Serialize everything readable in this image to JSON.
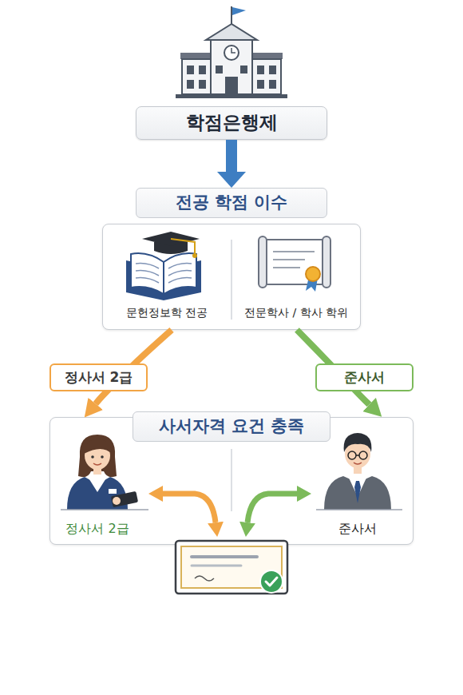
{
  "diagram": {
    "nodes": [
      {
        "text": [
          "학점은행제"
        ]
      },
      {
        "text": [
          "전공 학점 이수"
        ]
      },
      {
        "text": [
          "문헌정보학 전공"
        ],
        "in": 1
      },
      {
        "text": [
          "전문학사 / 학사 학위"
        ],
        "in": 1
      },
      {
        "text": [
          "사서자격 요건 충족"
        ]
      },
      {
        "text": [
          "정사서 2급"
        ],
        "in": 4
      },
      {
        "text": [
          "준사서"
        ],
        "in": 4
      }
    ],
    "edges": [
      {
        "from": 0,
        "to": 1,
        "arrow": "to"
      },
      {
        "from": 2,
        "to": 5,
        "label": "정사서 2급",
        "arrow": "to"
      },
      {
        "from": 3,
        "to": 6,
        "label": "준사서",
        "arrow": "to"
      }
    ]
  }
}
